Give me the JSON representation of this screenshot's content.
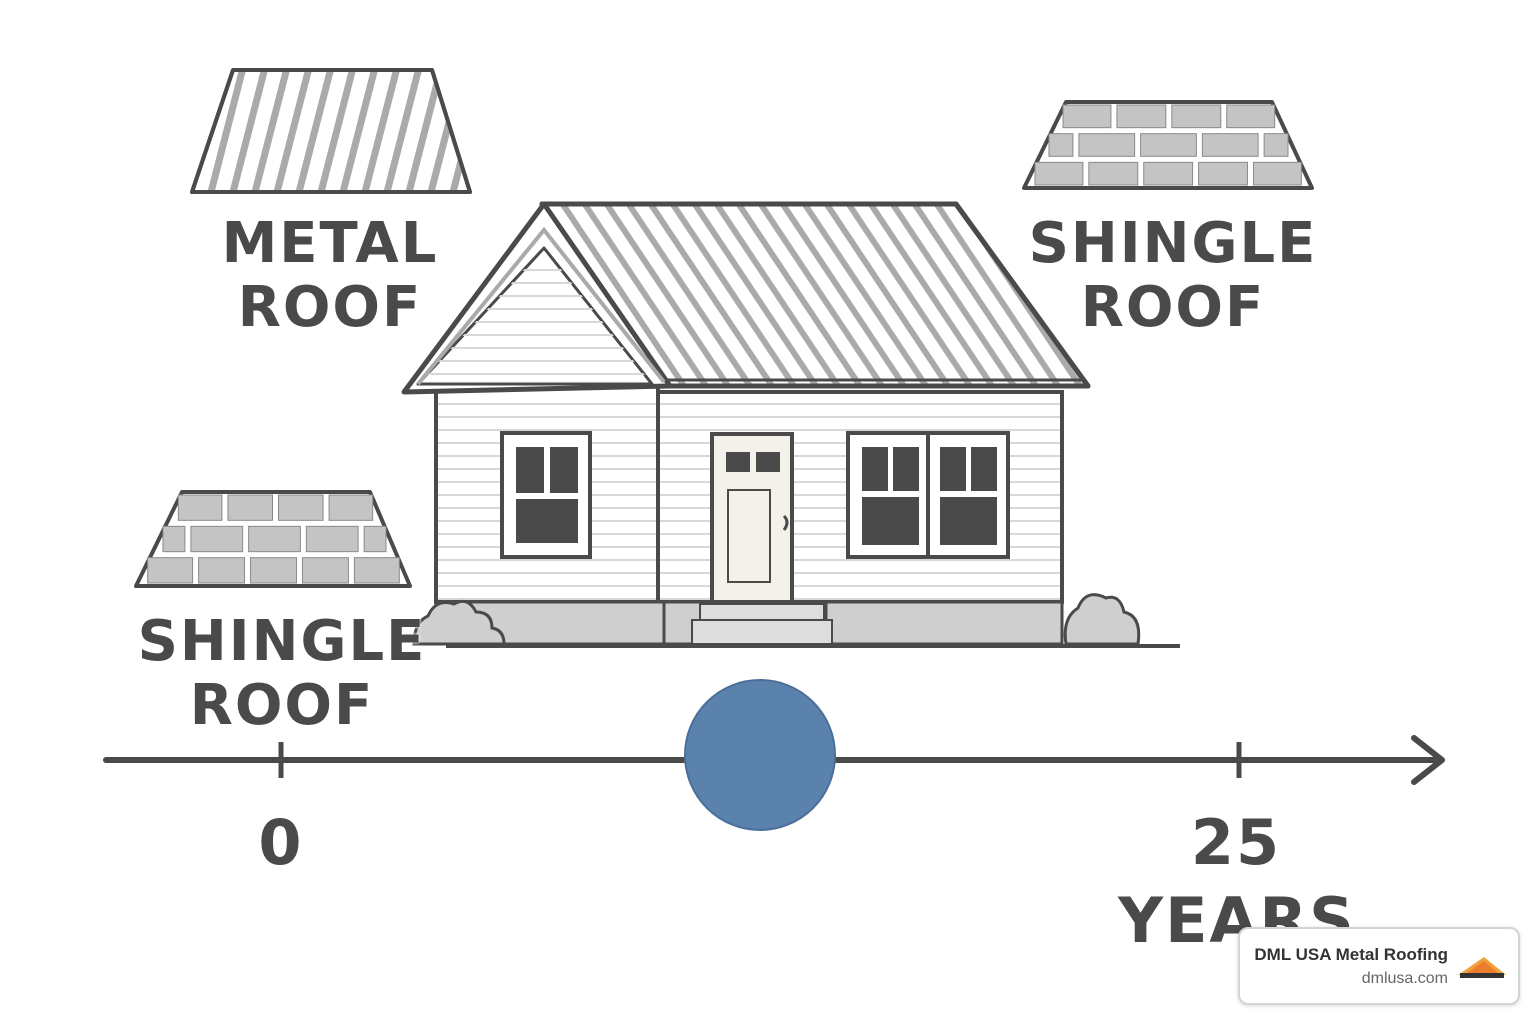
{
  "labels": {
    "metal_roof": [
      "METAL",
      "ROOF"
    ],
    "shingle_roof_right": [
      "SHINGLE",
      "ROOF"
    ],
    "shingle_roof_left": [
      "SHINGLE",
      "ROOF"
    ]
  },
  "timeline": {
    "start_label": "0",
    "end_label": "25",
    "unit_label": "YEARS",
    "marker_value": 12.5,
    "marker_color": "#5a82ad"
  },
  "badge": {
    "title": "DML USA Metal Roofing",
    "url": "dmlusa.com"
  },
  "colors": {
    "outline": "#4a4a4a",
    "roof_stripe": "#aaaaaa",
    "shingle_fill": "#c4c4c4",
    "window_pane": "#4a4a4a",
    "door_fill": "#f4f1ea",
    "foundation": "#cfcfcf",
    "siding_line": "#d8d8d8"
  }
}
